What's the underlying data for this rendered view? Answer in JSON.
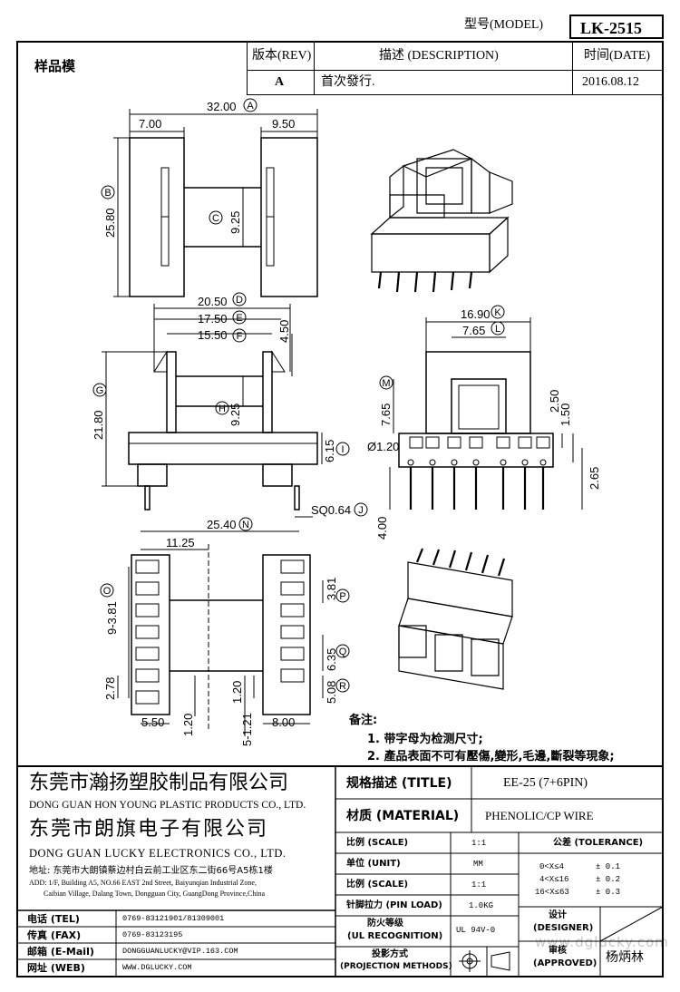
{
  "header": {
    "model_label": "型号(MODEL)",
    "model_value": "LK-2515",
    "sample_label": "样品模",
    "rev_label": "版本(REV)",
    "desc_label": "描述 (DESCRIPTION)",
    "date_label": "时间(DATE)",
    "rev_value": "A",
    "desc_value": "首次發行.",
    "date_value": "2016.08.12"
  },
  "dimensions": {
    "A": "32.00",
    "left7": "7.00",
    "right9": "9.50",
    "B": "25.80",
    "C": "9.25",
    "D": "20.50",
    "E": "17.50",
    "F": "15.50",
    "h450": "4.50",
    "G": "21.80",
    "H": "9.25",
    "I": "6.15",
    "J": "SQ0.64",
    "K": "16.90",
    "L": "7.65",
    "M": "7.65",
    "d250": "2.50",
    "d150": "1.50",
    "phi": "Ø1.20",
    "d265": "2.65",
    "d400": "4.00",
    "N": "25.40",
    "d1125": "11.25",
    "O": "9-3.81",
    "P": "3.81",
    "Q": "6.35",
    "R": "5.08",
    "d278": "2.78",
    "d120a": "1.20",
    "d120b": "1.20",
    "d550": "5.50",
    "d800": "8.00",
    "d5121": "5-1.21"
  },
  "letters": [
    "A",
    "B",
    "C",
    "D",
    "E",
    "F",
    "G",
    "H",
    "I",
    "J",
    "K",
    "L",
    "M",
    "N",
    "O",
    "P",
    "Q",
    "R"
  ],
  "notes": {
    "title": "备注:",
    "line1": "1. 带字母为检测尺寸;",
    "line2": "2. 產品表面不可有壓傷,變形,毛邊,斷裂等現象;"
  },
  "company": {
    "cn1": "东莞市瀚扬塑胶制品有限公司",
    "en1": "DONG GUAN HON YOUNG PLASTIC PRODUCTS CO., LTD.",
    "cn2": "东莞市朗旗电子有限公司",
    "en2": "DONG GUAN LUCKY ELECTRONICS CO., LTD.",
    "addr_cn": "地址: 东莞市大朗镇蔡边村白云前工业区东二街66号A5栋1楼",
    "addr_en1": "ADD: 1/F, Building A5, NO.66 EAST 2nd Street, Baiyunqian Industrial Zone,",
    "addr_en2": "Caibian Village, Dalang Town, Dongguan City, GuangDong Province,China"
  },
  "contact": {
    "tel_label": "电话 (TEL)",
    "tel_value": "0769-83121901/81309001",
    "fax_label": "传真 (FAX)",
    "fax_value": "0769-83123195",
    "mail_label": "邮箱 (E-Mail)",
    "mail_value": "DONGGUANLUCKY@VIP.163.COM",
    "web_label": "网址 (WEB)",
    "web_value": "WWW.DGLUCKY.COM"
  },
  "spec": {
    "title_label": "规格描述 (TITLE)",
    "title_value": "EE-25 (7+6PIN)",
    "material_label": "材质 (MATERIAL)",
    "material_value": "PHENOLIC/CP WIRE",
    "scale_label": "比例 (SCALE)",
    "scale_value": "1:1",
    "unit_label": "单位 (UNIT)",
    "unit_value": "MM",
    "scale2_label": "比例 (SCALE)",
    "scale2_value": "1:1",
    "pin_label": "针脚拉力 (PIN LOAD)",
    "pin_value": "1.0KG",
    "ul_label1": "防火等级",
    "ul_label2": "(UL RECOGNITION)",
    "ul_value": "UL 94V-0",
    "proj_label1": "投影方式",
    "proj_label2": "(PROJECTION METHODS)",
    "tol_label": "公差 (TOLERANCE)",
    "tol1_range": "0<X≤4",
    "tol1_value": "± 0.1",
    "tol2_range": "4<X≤16",
    "tol2_value": "± 0.2",
    "tol3_range": "16<X≤63",
    "tol3_value": "± 0.3",
    "designer_label1": "设计",
    "designer_label2": "(DESIGNER)",
    "approved_label1": "审核",
    "approved_label2": "(APPROVED)",
    "approved_value": "杨炳林"
  },
  "watermark": "www.dglucky.com"
}
